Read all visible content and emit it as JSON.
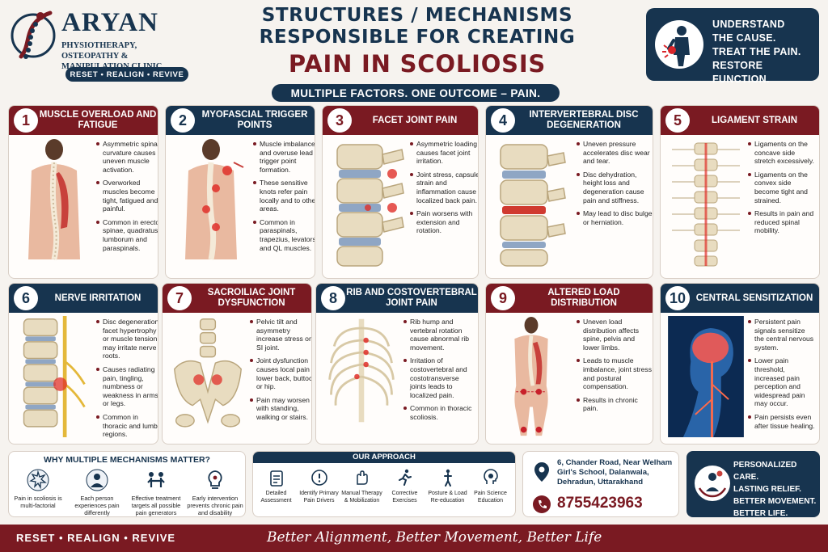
{
  "brand": {
    "name": "ARYAN",
    "subtitle": "PHYSIOTHERAPY, OSTEOPATHY & MANIPULATION CLINIC",
    "pill": "RESET • REALIGN • REVIVE"
  },
  "title": {
    "line1": "STRUCTURES / MECHANISMS",
    "line2": "RESPONSIBLE FOR CREATING",
    "line3": "PAIN IN SCOLIOSIS",
    "tagline": "MULTIPLE FACTORS. ONE OUTCOME – PAIN."
  },
  "cause_box": {
    "line1": "UNDERSTAND",
    "line2": "THE CAUSE.",
    "line3": "TREAT THE PAIN.",
    "line4": "RESTORE FUNCTION."
  },
  "cards": [
    {
      "num": "1",
      "title": "MUSCLE OVERLOAD AND FATIGUE",
      "points": [
        "Asymmetric spinal curvature causes uneven muscle activation.",
        "Overworked muscles become tight, fatigued and painful.",
        "Common in erector spinae, quadratus lumborum and paraspinals."
      ]
    },
    {
      "num": "2",
      "title": "MYOFASCIAL TRIGGER POINTS",
      "points": [
        "Muscle imbalance and overuse lead to trigger point formation.",
        "These sensitive knots refer pain locally and to other areas.",
        "Common in paraspinals, trapezius, levators and QL muscles."
      ]
    },
    {
      "num": "3",
      "title": "FACET JOINT PAIN",
      "points": [
        "Asymmetric loading causes facet joint irritation.",
        "Joint stress, capsule strain and inflammation cause localized back pain.",
        "Pain worsens with extension and rotation."
      ]
    },
    {
      "num": "4",
      "title": "INTERVERTEBRAL DISC DEGENERATION",
      "points": [
        "Uneven pressure accelerates disc wear and tear.",
        "Disc dehydration, height loss and degeneration cause pain and stiffness.",
        "May lead to disc bulge or herniation."
      ]
    },
    {
      "num": "5",
      "title": "LIGAMENT STRAIN",
      "points": [
        "Ligaments on the concave side stretch excessively.",
        "Ligaments on the convex side become tight and strained.",
        "Results in pain and reduced spinal mobility."
      ]
    },
    {
      "num": "6",
      "title": "NERVE IRRITATION",
      "points": [
        "Disc degeneration, facet hypertrophy or muscle tension may irritate nerve roots.",
        "Causes radiating pain, tingling, numbness or weakness in arms or legs.",
        "Common in thoracic and lumbar regions."
      ]
    },
    {
      "num": "7",
      "title": "SACROILIAC JOINT DYSFUNCTION",
      "points": [
        "Pelvic tilt and asymmetry increase stress on SI joint.",
        "Joint dysfunction causes local pain in lower back, buttock or hip.",
        "Pain may worsen with standing, walking or stairs."
      ]
    },
    {
      "num": "8",
      "title": "RIB AND COSTOVERTEBRAL JOINT PAIN",
      "points": [
        "Rib hump and vertebral rotation cause abnormal rib movement.",
        "Irritation of costovertebral and costotransverse joints leads to localized pain.",
        "Common in thoracic scoliosis."
      ]
    },
    {
      "num": "9",
      "title": "ALTERED LOAD DISTRIBUTION",
      "points": [
        "Uneven load distribution affects spine, pelvis and lower limbs.",
        "Leads to muscle imbalance, joint stress and postural compensation.",
        "Results in chronic pain."
      ]
    },
    {
      "num": "10",
      "title": "CENTRAL SENSITIZATION",
      "points": [
        "Persistent pain signals sensitize the central nervous system.",
        "Lower pain threshold, increased pain perception and widespread pain may occur.",
        "Pain persists even after tissue healing."
      ]
    }
  ],
  "why": {
    "title": "WHY MULTIPLE MECHANISMS MATTER?",
    "items": [
      "Pain in scoliosis is multi-factorial",
      "Each person experiences pain differently",
      "Effective treatment targets all possible pain generators",
      "Early intervention prevents chronic pain and disability"
    ]
  },
  "approach": {
    "title": "OUR APPROACH",
    "items": [
      "Detailed Assessment",
      "Identify Primary Pain Drivers",
      "Manual Therapy & Mobilization",
      "Corrective Exercises",
      "Posture & Load Re-education",
      "Pain Science Education"
    ]
  },
  "contact": {
    "address": "6, Chander Road, Near Welham Girl's School, Dalanwala, Dehradun, Uttarakhand",
    "phone": "8755423963"
  },
  "care": {
    "line1": "PERSONALIZED CARE.",
    "line2": "LASTING RELIEF.",
    "line3": "BETTER MOVEMENT.",
    "line4": "BETTER LIFE."
  },
  "footer": {
    "left": "RESET • REALIGN • REVIVE",
    "right": "Better Alignment, Better Movement, Better Life"
  },
  "colors": {
    "maroon": "#7a1a22",
    "navy": "#17344f",
    "background": "#f6f3ef"
  }
}
